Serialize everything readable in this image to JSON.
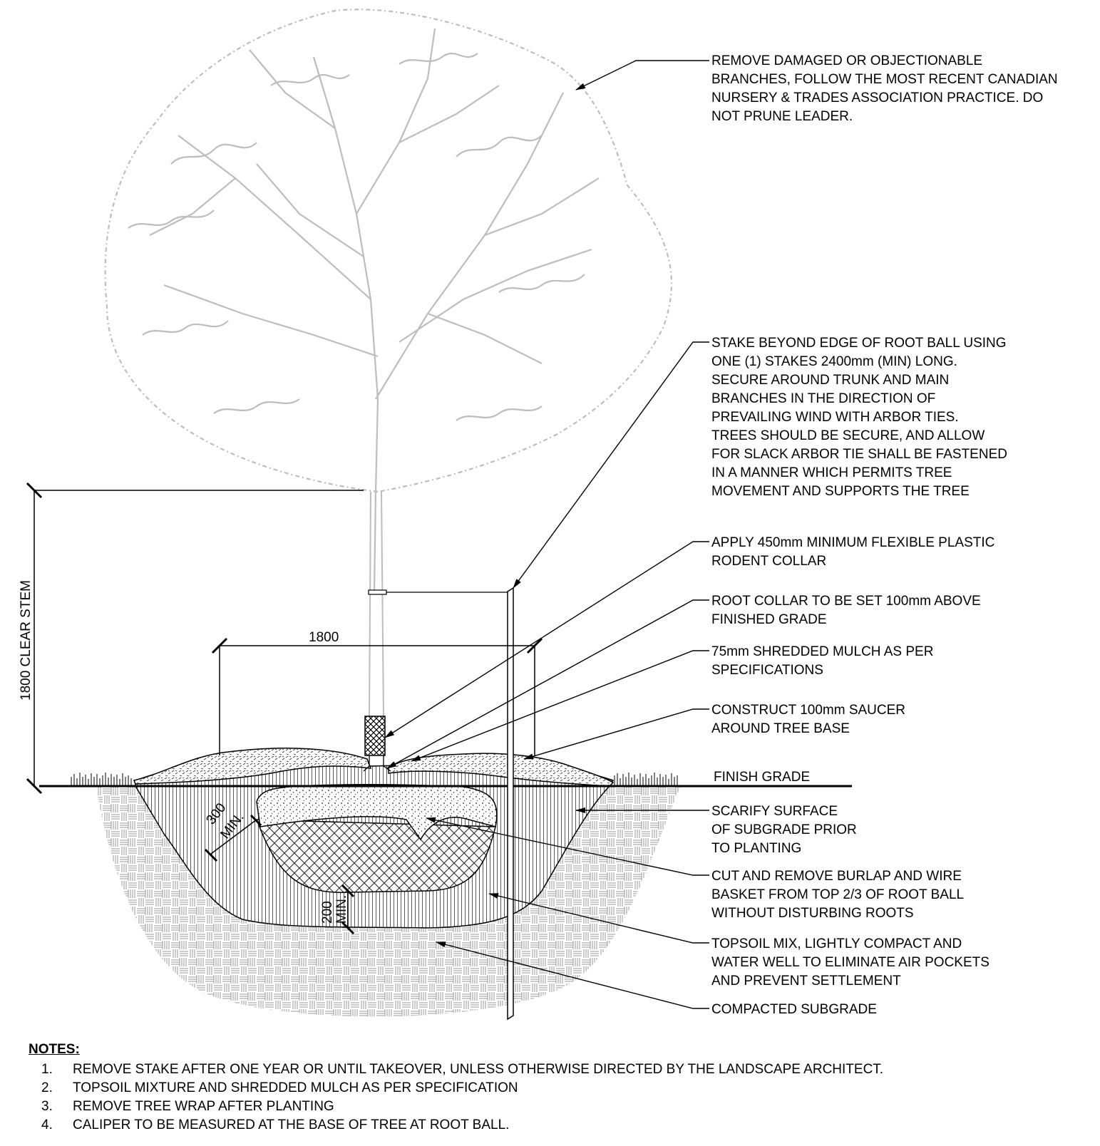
{
  "dimensions": {
    "clear_stem": "1800 CLEAR STEM",
    "width": "1800",
    "side_min_value": "300",
    "side_min_unit": "MIN.",
    "bottom_min_value": "200",
    "bottom_min_unit": "MIN."
  },
  "labels": [
    {
      "id": "prune",
      "lines": [
        "REMOVE DAMAGED OR OBJECTIONABLE",
        "BRANCHES, FOLLOW THE MOST RECENT CANADIAN",
        "NURSERY & TRADES ASSOCIATION PRACTICE.  DO",
        "NOT PRUNE LEADER."
      ]
    },
    {
      "id": "stake",
      "lines": [
        "STAKE BEYOND EDGE OF ROOT BALL USING",
        "ONE (1) STAKES 2400mm (MIN) LONG.",
        "SECURE AROUND TRUNK AND MAIN",
        "BRANCHES IN THE DIRECTION OF",
        "PREVAILING WIND WITH ARBOR TIES.",
        "TREES SHOULD BE SECURE, AND ALLOW",
        "FOR SLACK ARBOR TIE SHALL BE FASTENED",
        "IN A MANNER WHICH PERMITS TREE",
        "MOVEMENT AND SUPPORTS THE TREE"
      ]
    },
    {
      "id": "rodent",
      "lines": [
        "APPLY 450mm MINIMUM FLEXIBLE PLASTIC",
        "RODENT COLLAR"
      ]
    },
    {
      "id": "root-collar",
      "lines": [
        "ROOT COLLAR TO BE SET 100mm ABOVE",
        "FINISHED GRADE"
      ]
    },
    {
      "id": "mulch",
      "lines": [
        "75mm SHREDDED MULCH AS PER",
        "SPECIFICATIONS"
      ]
    },
    {
      "id": "saucer",
      "lines": [
        "CONSTRUCT 100mm SAUCER",
        "AROUND TREE BASE"
      ]
    },
    {
      "id": "finish-grade",
      "lines": [
        "FINISH GRADE"
      ]
    },
    {
      "id": "scarify",
      "lines": [
        "SCARIFY SURFACE",
        "OF SUBGRADE PRIOR",
        "TO PLANTING"
      ]
    },
    {
      "id": "burlap",
      "lines": [
        "CUT AND REMOVE BURLAP AND WIRE",
        "BASKET FROM TOP 2/3 OF ROOT BALL",
        "WITHOUT DISTURBING ROOTS"
      ]
    },
    {
      "id": "topsoil",
      "lines": [
        "TOPSOIL MIX, LIGHTLY COMPACT AND",
        "WATER WELL TO ELIMINATE AIR POCKETS",
        "AND PREVENT SETTLEMENT"
      ]
    },
    {
      "id": "subgrade",
      "lines": [
        "COMPACTED SUBGRADE"
      ]
    }
  ],
  "notes": {
    "title": "NOTES:",
    "items": [
      {
        "num": "1.",
        "text": "REMOVE STAKE AFTER ONE YEAR OR UNTIL TAKEOVER, UNLESS OTHERWISE DIRECTED BY THE LANDSCAPE ARCHITECT."
      },
      {
        "num": "2.",
        "text": "TOPSOIL MIXTURE AND SHREDDED MULCH AS PER SPECIFICATION"
      },
      {
        "num": "3.",
        "text": "REMOVE TREE WRAP AFTER PLANTING"
      },
      {
        "num": "4.",
        "text": "CALIPER TO BE MEASURED AT THE BASE OF TREE AT ROOT BALL."
      }
    ]
  }
}
